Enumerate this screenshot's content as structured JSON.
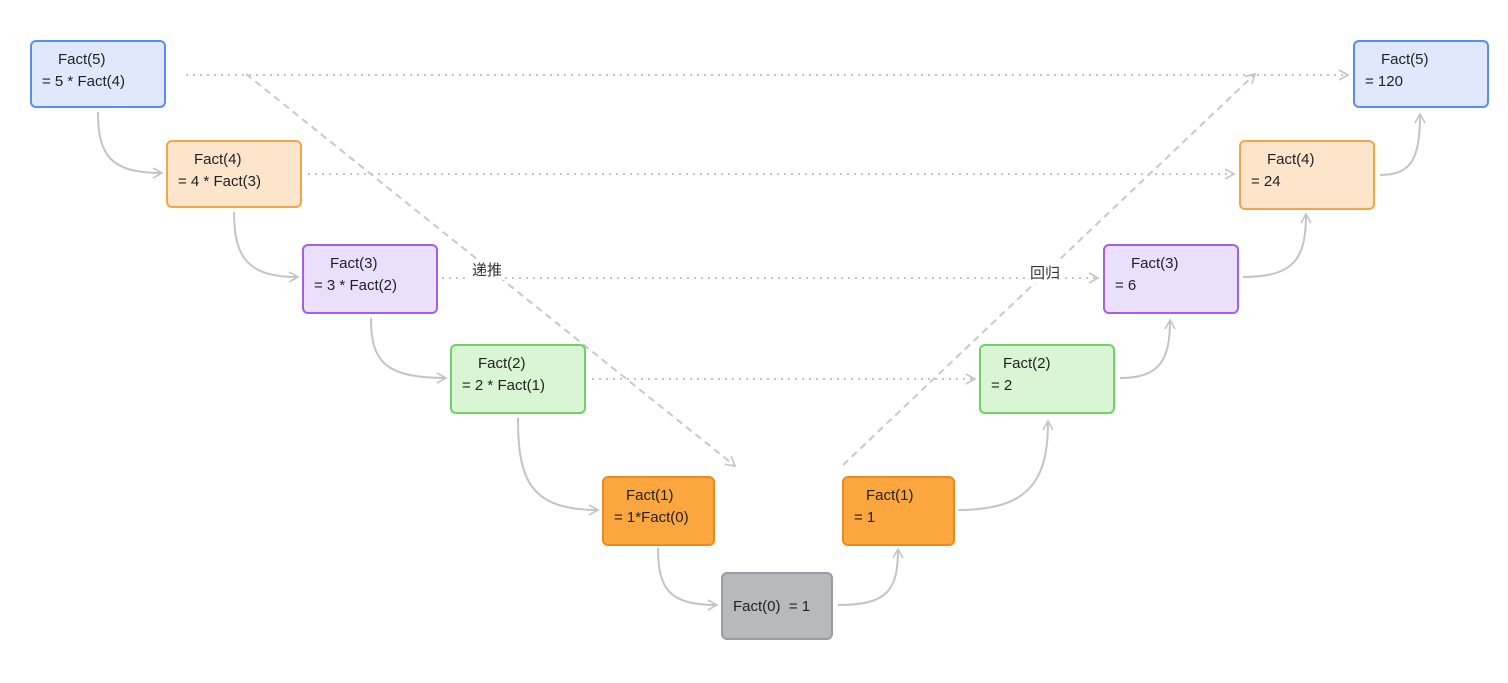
{
  "colors": {
    "connector": "#c4c4c4",
    "dotted": "#c4c4c4",
    "dashed": "#c8c8c8",
    "text": "#222222"
  },
  "labels": {
    "recursion": "递推",
    "return": "回归"
  },
  "descend": [
    {
      "id": "d5",
      "line1": "Fact(5)",
      "line2": "= 5 * Fact(4)",
      "color": "blue"
    },
    {
      "id": "d4",
      "line1": "Fact(4)",
      "line2": "= 4 * Fact(3)",
      "color": "peach"
    },
    {
      "id": "d3",
      "line1": "Fact(3)",
      "line2": "= 3 * Fact(2)",
      "color": "purple"
    },
    {
      "id": "d2",
      "line1": "Fact(2)",
      "line2": "= 2 * Fact(1)",
      "color": "green"
    },
    {
      "id": "d1",
      "line1": "Fact(1)",
      "line2": "= 1*Fact(0)",
      "color": "orange"
    }
  ],
  "base": {
    "id": "b0",
    "text": "Fact(0)  = 1",
    "color": "gray"
  },
  "ascend": [
    {
      "id": "a1",
      "line1": "Fact(1)",
      "line2": "= 1",
      "color": "orange"
    },
    {
      "id": "a2",
      "line1": "Fact(2)",
      "line2": "= 2",
      "color": "green"
    },
    {
      "id": "a3",
      "line1": "Fact(3)",
      "line2": "= 6",
      "color": "purple"
    },
    {
      "id": "a4",
      "line1": "Fact(4)",
      "line2": "= 24",
      "color": "peach"
    },
    {
      "id": "a5",
      "line1": "Fact(5)",
      "line2": "= 120",
      "color": "blue"
    }
  ]
}
